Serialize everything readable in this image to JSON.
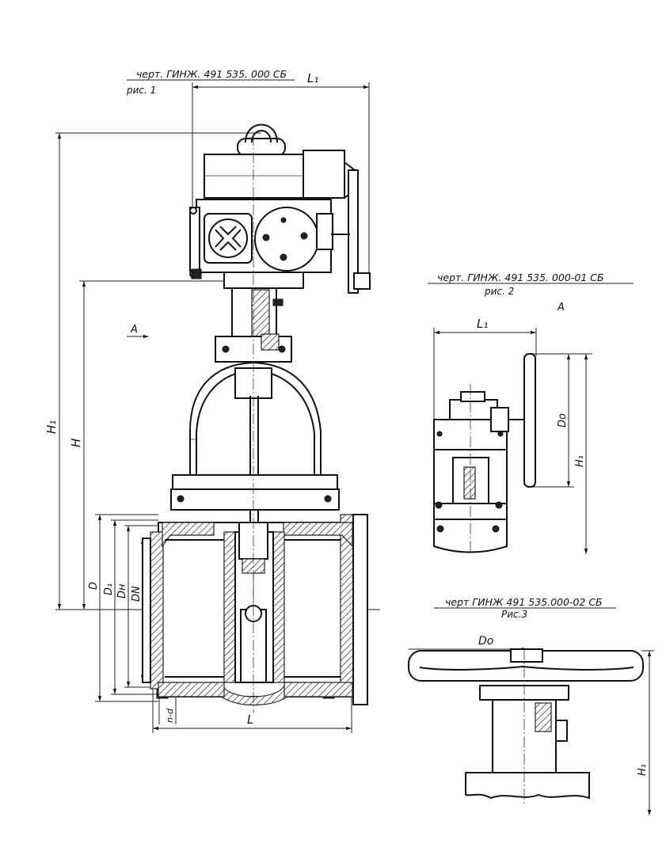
{
  "figure1": {
    "drawing_ref": "черт. ГИНЖ. 491 535. 000 СБ",
    "caption": "рис. 1",
    "view_label": "А",
    "dim_L1": "L₁",
    "dim_H1": "H₁",
    "dim_H": "H",
    "dim_D": "D",
    "dim_D1": "D₁",
    "dim_Dn": "Dн",
    "dim_DN": "DN",
    "dim_L": "L",
    "dim_nd": "n-d"
  },
  "figure2": {
    "drawing_ref": "черт. ГИНЖ. 491 535. 000-01 СБ",
    "caption": "рис. 2",
    "view_label": "А",
    "dim_L1": "L₁",
    "dim_Do": "Do",
    "dim_H1": "H₁"
  },
  "figure3": {
    "drawing_ref": "черт  ГИНЖ 491 535.000-02 СБ",
    "caption": "Рис.3",
    "dim_Do": "Do",
    "dim_H1": "H₁"
  }
}
